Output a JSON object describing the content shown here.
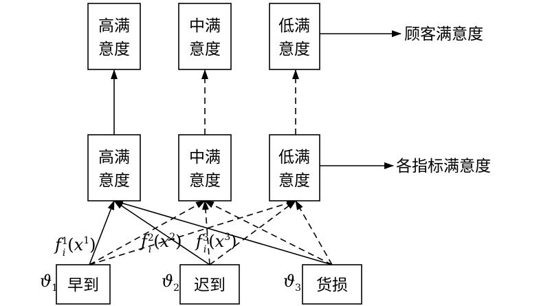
{
  "top_nodes": [
    {
      "line1": "高满",
      "line2": "意度"
    },
    {
      "line1": "中满",
      "line2": "意度"
    },
    {
      "line1": "低满",
      "line2": "意度"
    }
  ],
  "mid_nodes": [
    {
      "line1": "高满",
      "line2": "意度"
    },
    {
      "line1": "中满",
      "line2": "意度"
    },
    {
      "line1": "低满",
      "line2": "意度"
    }
  ],
  "bottom_nodes": [
    {
      "label": "早到",
      "weight_symbol": "ϑ",
      "weight_index": "1"
    },
    {
      "label": "迟到",
      "weight_symbol": "ϑ",
      "weight_index": "2"
    },
    {
      "label": "货损",
      "weight_symbol": "ϑ",
      "weight_index": "3"
    }
  ],
  "side_labels": {
    "top": "顾客满意度",
    "mid": "各指标满意度"
  },
  "functions": [
    {
      "f": "f",
      "sup": "1",
      "sub": "i",
      "arg": "x",
      "arg_sup": "1"
    },
    {
      "f": "f",
      "sup": "2",
      "sub": "i",
      "arg": "x",
      "arg_sup": "2"
    },
    {
      "f": "f",
      "sup": "3",
      "sub": "i",
      "arg": "x",
      "arg_sup": "3"
    }
  ]
}
